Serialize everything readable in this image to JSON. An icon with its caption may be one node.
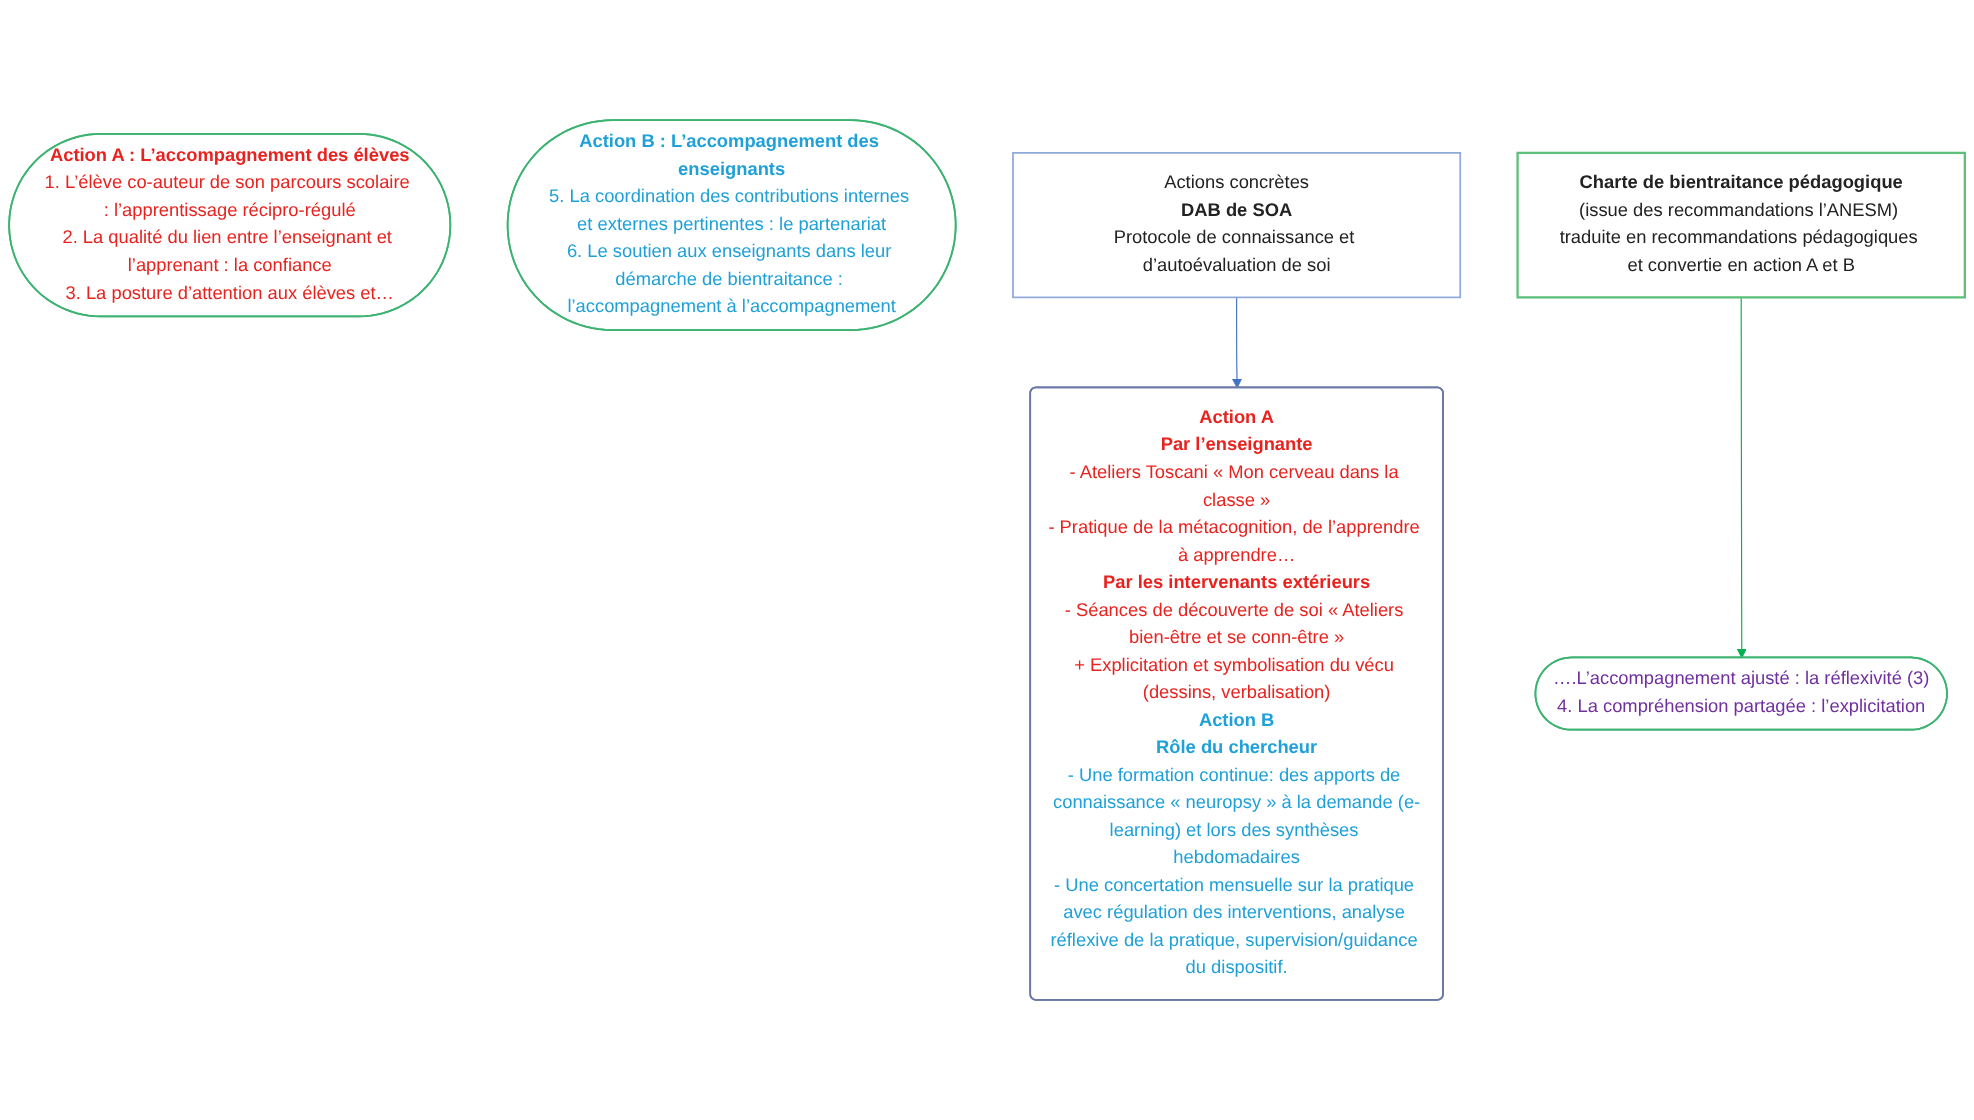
{
  "diagram": {
    "nodes": [
      {
        "text": [
          "Action A : L’accompagnement des élèves",
          "1. L’élève co-auteur de son parcours scolaire : l’apprentissage récipro-régulé",
          "2. La qualité du lien entre l’enseignant et l’apprenant : la confiance",
          "3. La posture d’attention aux élèves et…"
        ]
      },
      {
        "text": [
          "Action B : L’accompagnement des enseignants",
          "5. La coordination des contributions internes et externes pertinentes : le partenariat",
          "6. Le soutien aux enseignants dans leur démarche de bientraitance : l’accompagnement à l’accompagnement"
        ]
      },
      {
        "text": [
          "….L’accompagnement ajusté : la réflexivité (3)",
          "4. La compréhension partagée : l’explicitation"
        ]
      },
      {
        "text": [
          "Action A",
          "Par l’enseignante",
          "- Ateliers Toscani « Mon cerveau dans la classe »",
          "- Pratique de la métacognition, de l’apprendre à apprendre…",
          "Par les intervenants extérieurs",
          "- Séances de découverte de soi « Ateliers bien-être et se conn-être »",
          "+ Explicitation et symbolisation du vécu (dessins, verbalisation)",
          "Action B",
          "Rôle du chercheur",
          "- Une formation continue: des apports de connaissance « neuropsy » à la demande (e-learning) et lors des synthèses hebdomadaires",
          "- Une concertation mensuelle sur la pratique avec régulation des interventions, analyse réflexive de la pratique, supervision/guidance du dispositif."
        ]
      },
      {
        "text": [
          "Actions concrètes",
          "DAB de SOA",
          "Protocole de connaissance et d’autoévaluation de soi"
        ]
      },
      {
        "text": [
          "Charte de bientraitance pédagogique",
          "(issue des recommandations l’ANESM) traduite en recommandations pédagogiques et convertie en action A et B"
        ]
      }
    ],
    "edges": [
      {
        "from": 5,
        "to": 2,
        "arrow": "to",
        "color": "#00b050"
      },
      {
        "from": 4,
        "to": 3,
        "arrow": "to",
        "color": "#4472c4"
      }
    ]
  }
}
